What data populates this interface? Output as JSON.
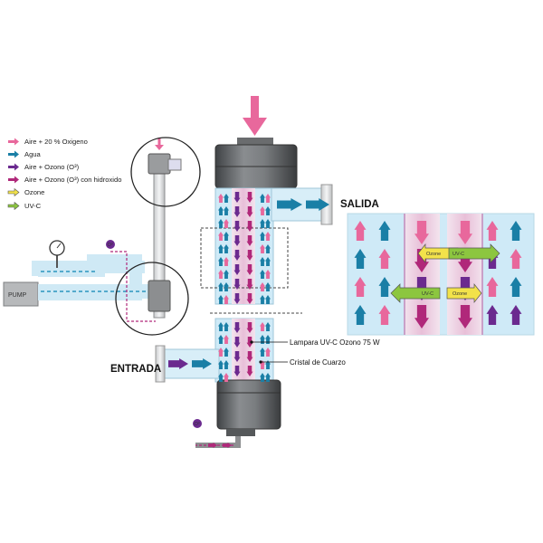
{
  "legend": {
    "items": [
      {
        "label": "Aire + 20 % Oxigeno",
        "color": "#e8689c",
        "icon": "pink-arrow-icon"
      },
      {
        "label": "Agua",
        "color": "#1a7fa6",
        "icon": "blue-arrow-icon"
      },
      {
        "label": "Aire + Ozono (O³)",
        "color": "#6b2a8f",
        "icon": "purple-arrow-icon"
      },
      {
        "label": "Aire + Ozono (O³) con hidroxido",
        "color": "#b0287a",
        "icon": "magenta-arrow-icon"
      },
      {
        "label": "Ozone",
        "color": "#f2e24a",
        "icon": "yellow-outline-arrow-icon"
      },
      {
        "label": "UV-C",
        "color": "#8cc63f",
        "icon": "green-outline-arrow-icon"
      }
    ]
  },
  "labels": {
    "pump": "PUMP",
    "salida": "SALIDA",
    "entrada": "ENTRADA",
    "lamp": "Lampara UV-C Ozono 75 W",
    "quartz": "Cristal de Cuarzo",
    "o3": "O³"
  },
  "detail": {
    "ozone": "Ozone",
    "uvc": "UV-C"
  },
  "colors": {
    "pink": "#e8689c",
    "blue": "#1a7fa6",
    "purple": "#6b2a8f",
    "magenta": "#b0287a",
    "yellow": "#f2e24a",
    "green": "#8cc63f",
    "water": "#bfe6f5",
    "pipe": "#d8eef8",
    "steel": "#6f7275"
  }
}
